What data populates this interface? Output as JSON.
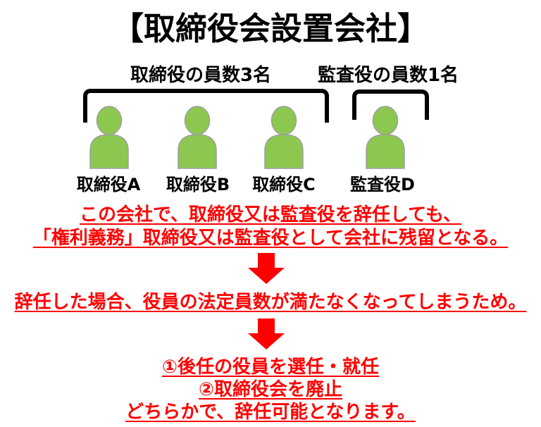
{
  "title": "【取締役会設置会社】",
  "group_labels": {
    "directors": "取締役の員数3名",
    "auditors": "監査役の員数1名"
  },
  "people": [
    {
      "label": "取締役A"
    },
    {
      "label": "取締役B"
    },
    {
      "label": "取締役C"
    },
    {
      "label": "監査役D"
    }
  ],
  "statements": {
    "consequence_line1": "この会社で、取締役又は監査役を辞任しても、",
    "consequence_line2": "「権利義務」取締役又は監査役として会社に残留となる。",
    "reason": "辞任した場合、役員の法定員数が満たなくなってしまうため。",
    "solution_line1": "①後任の役員を選任・就任",
    "solution_line2": "②取締役会を廃止",
    "solution_line3": "どちらかで、辞任可能となります。"
  },
  "colors": {
    "text_red": "#FF0000",
    "person_green": "#8CC84F",
    "person_outline": "#9E9E9E",
    "text_black": "#000000"
  }
}
